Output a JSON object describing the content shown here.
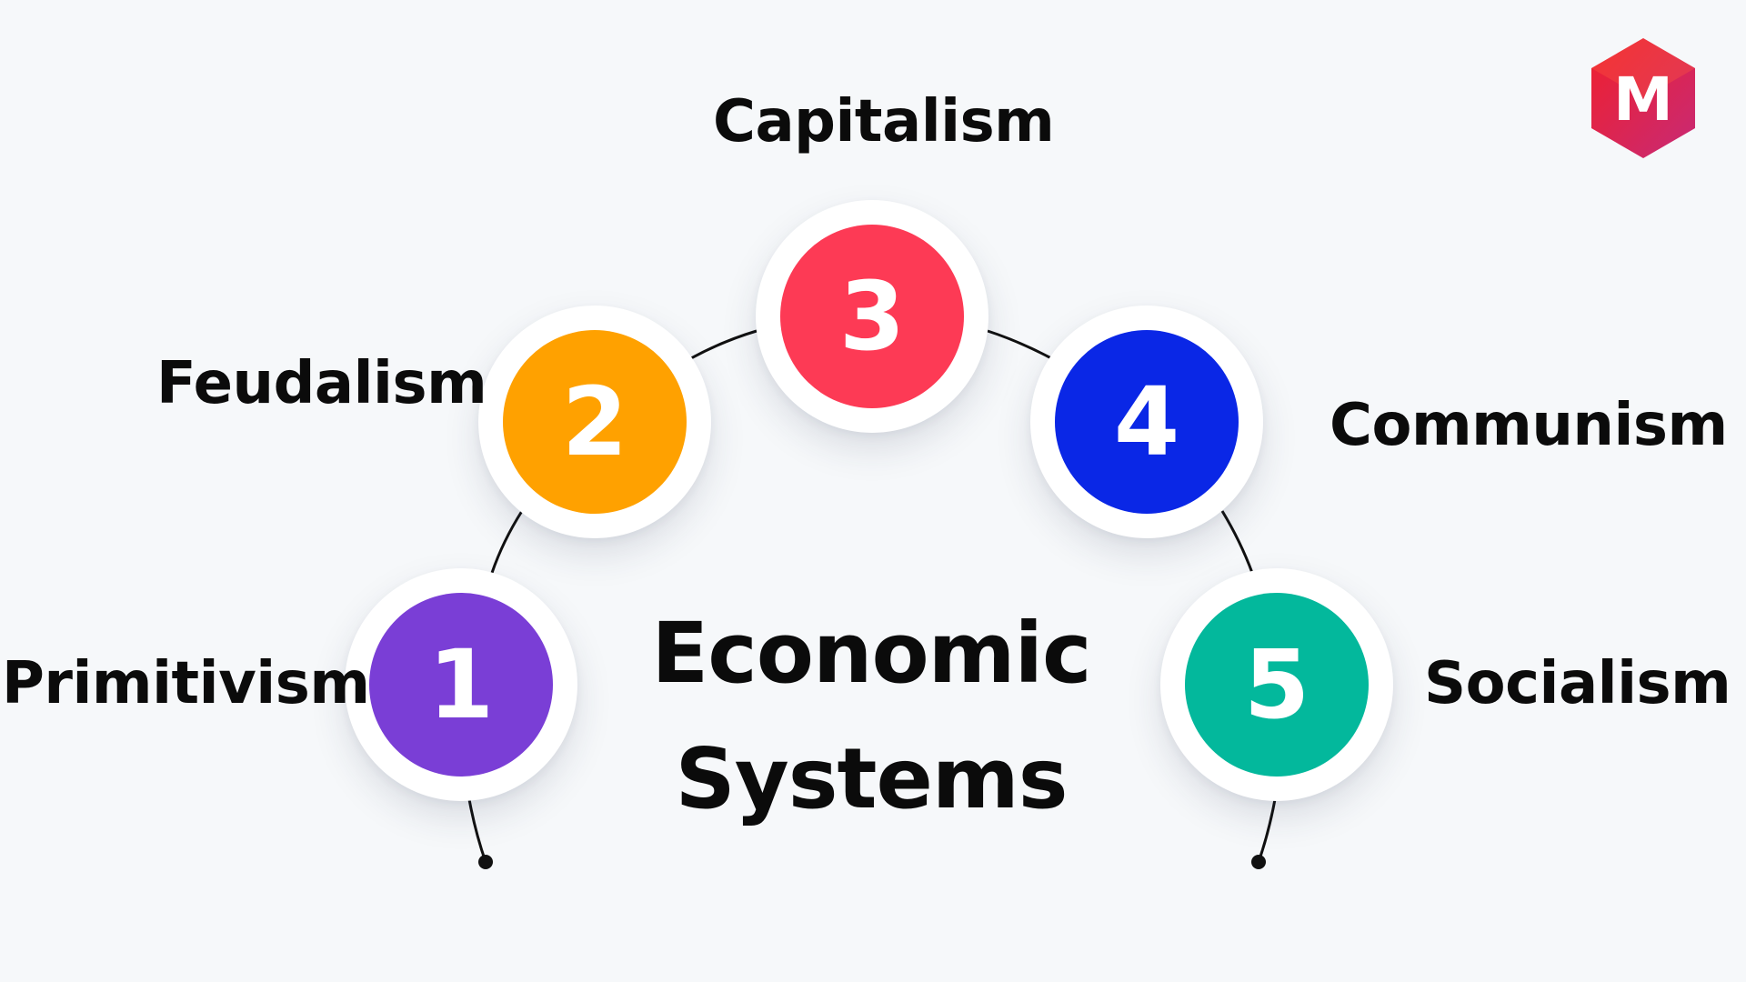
{
  "title_lines": [
    "Economic",
    "Systems"
  ],
  "nodes": [
    {
      "number": "1",
      "label": "Primitivism",
      "color": "#7a3ed6"
    },
    {
      "number": "2",
      "label": "Feudalism",
      "color": "#ffa100"
    },
    {
      "number": "3",
      "label": "Capitalism",
      "color": "#fd3a55"
    },
    {
      "number": "4",
      "label": "Communism",
      "color": "#0a27e6"
    },
    {
      "number": "5",
      "label": "Socialism",
      "color": "#03b89c"
    }
  ],
  "logo": {
    "letter": "M",
    "colors": [
      "#f0202d",
      "#c72a76"
    ]
  },
  "line_color": "#111111",
  "background": "#f6f8fa"
}
